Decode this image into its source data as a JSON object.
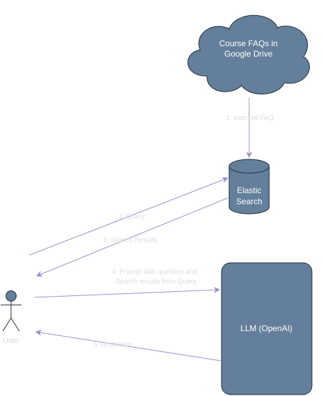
{
  "nodes": {
    "cloud": {
      "label_line1": "Course FAQs in",
      "label_line2": "Google Drive"
    },
    "database": {
      "label_line1": "Elastic",
      "label_line2": "Search"
    },
    "llm": {
      "label": "LLM (OpenAI)"
    },
    "user": {
      "label": "User"
    }
  },
  "edges": {
    "indexed_faq": "1. Indexed FAQ",
    "query": "2. Query",
    "search_results": "3. Search Results",
    "prompt_line1": "4. Prompt with question and",
    "prompt_line2": "Search results from Query",
    "response": "5. Response"
  },
  "colors": {
    "node_fill": "#647f9b",
    "node_stroke": "#1f2a3a",
    "arrow": "#9b8fd0",
    "edge_text": "#dcdcdc"
  }
}
